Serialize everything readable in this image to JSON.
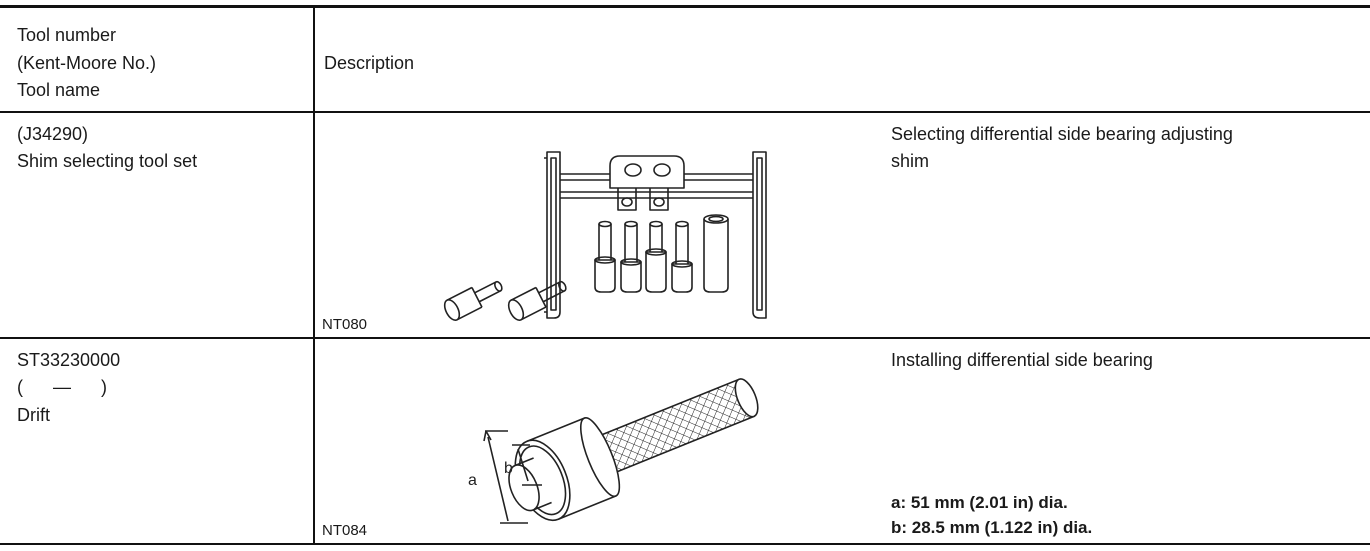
{
  "header": {
    "col1_line1": "Tool number",
    "col1_line2": "(Kent-Moore No.)",
    "col1_line3": "Tool name",
    "col2": "Description"
  },
  "rows": [
    {
      "tool_number": "(J34290)",
      "tool_name": "Shim selecting tool set",
      "figure_code": "NT080",
      "description_line1": "Selecting differential side bearing adjusting",
      "description_line2": "shim"
    },
    {
      "tool_number": "ST33230000",
      "kent_moore": "(      —      )",
      "tool_name": "Drift",
      "figure_code": "NT084",
      "description": "Installing differential side bearing",
      "dim_label_a": "a",
      "dim_label_b": "b",
      "dim_a": "a: 51 mm (2.01 in) dia.",
      "dim_b": "b: 28.5 mm (1.122 in) dia."
    }
  ]
}
